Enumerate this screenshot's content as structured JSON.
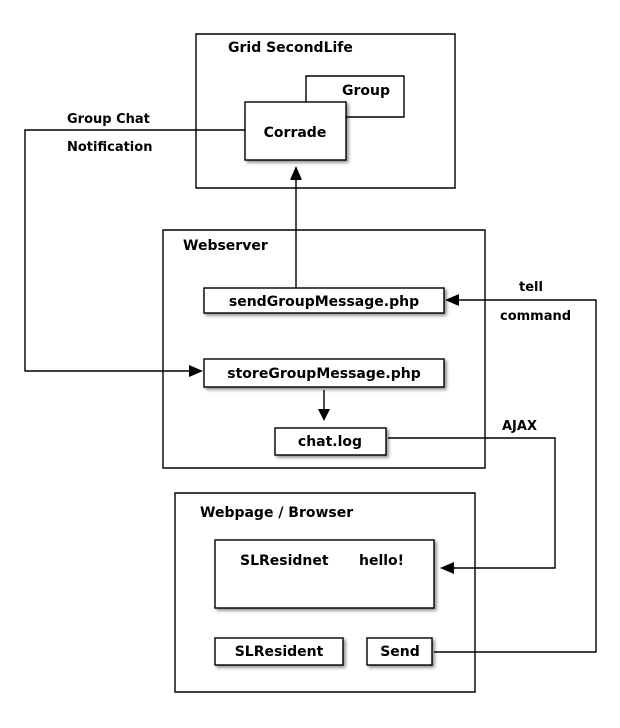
{
  "containers": {
    "grid": "Grid SecondLife",
    "webserver": "Webserver",
    "webpage": "Webpage / Browser"
  },
  "nodes": {
    "group": "Group",
    "corrade": "Corrade",
    "send_php": "sendGroupMessage.php",
    "store_php": "storeGroupMessage.php",
    "chat_log": "chat.log",
    "chat_sender": "SLResidnet",
    "chat_message": "hello!",
    "name_field": "SLResident",
    "send_button": "Send"
  },
  "edge_labels": {
    "group_chat": "Group Chat",
    "notification": "Notification",
    "tell": "tell",
    "command": "command",
    "ajax": "AJAX"
  }
}
